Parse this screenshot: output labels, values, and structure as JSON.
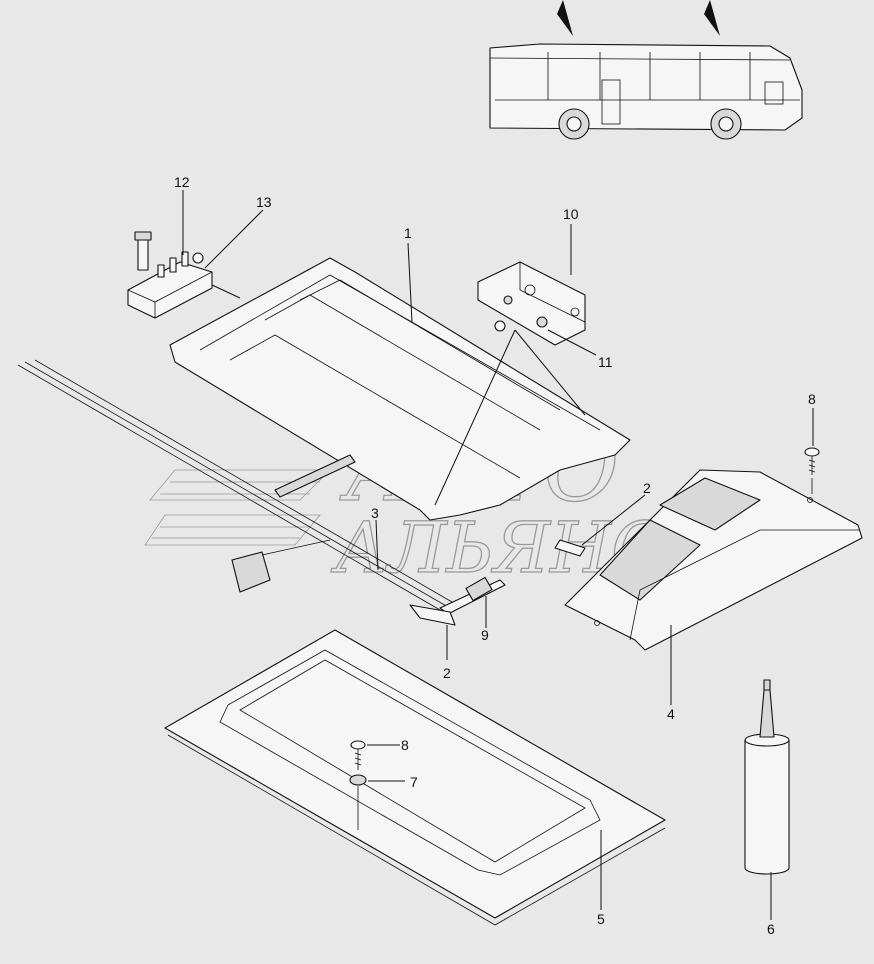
{
  "watermark": {
    "line1": "АВТО",
    "line2": "АЛЬЯНС"
  },
  "labels": [
    {
      "id": "l1",
      "text": "1"
    },
    {
      "id": "l2a",
      "text": "2"
    },
    {
      "id": "l2b",
      "text": "2"
    },
    {
      "id": "l3",
      "text": "3"
    },
    {
      "id": "l4",
      "text": "4"
    },
    {
      "id": "l5",
      "text": "5"
    },
    {
      "id": "l6",
      "text": "6"
    },
    {
      "id": "l7",
      "text": "7"
    },
    {
      "id": "l8a",
      "text": "8"
    },
    {
      "id": "l8b",
      "text": "8"
    },
    {
      "id": "l9",
      "text": "9"
    },
    {
      "id": "l10",
      "text": "10"
    },
    {
      "id": "l11",
      "text": "11"
    },
    {
      "id": "l12",
      "text": "12"
    },
    {
      "id": "l13",
      "text": "13"
    }
  ]
}
